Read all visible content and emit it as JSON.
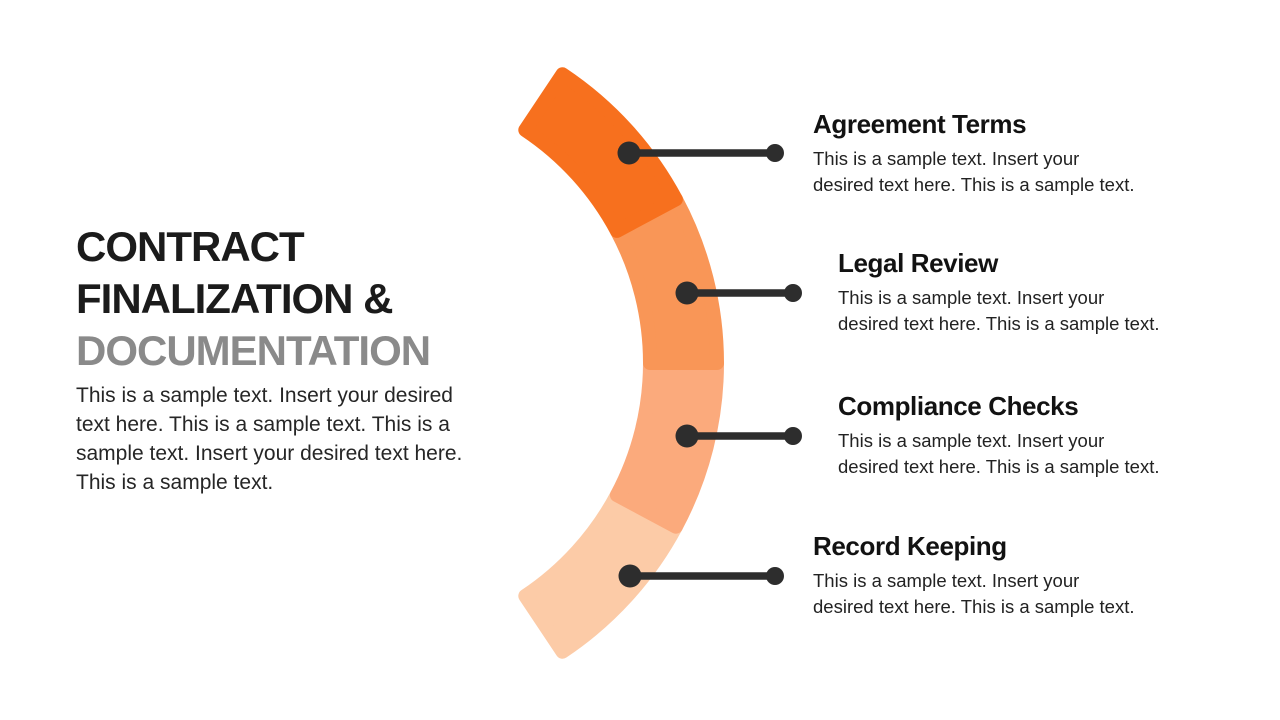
{
  "slide_title": {
    "line1": "CONTRACT",
    "line2": "FINALIZATION &",
    "line3": "DOCUMENTATION"
  },
  "intro_lines": [
    "This is a sample text. Insert your desired",
    "text here. This is a sample text. This is a",
    "sample text. Insert your desired text here.",
    "This is a sample text."
  ],
  "colors": {
    "title_primary": "#1B1B1B",
    "title_accent_gray": "#8A8A8A",
    "heading_text": "#121212",
    "body_text": "#262626",
    "connector": "#2D2D2D",
    "segment_1": "#F7701E",
    "segment_2": "#F99657",
    "segment_3": "#FBAA7C",
    "segment_4": "#FCCBA7"
  },
  "items": [
    {
      "title": "Agreement Terms",
      "body_lines": [
        "This is a sample text. Insert your",
        "desired text here. This is a sample text."
      ]
    },
    {
      "title": "Legal Review",
      "body_lines": [
        "This is a sample text. Insert your",
        "desired text here. This is a sample text."
      ]
    },
    {
      "title": "Compliance Checks",
      "body_lines": [
        "This is a sample text. Insert your",
        "desired text here. This is a sample text."
      ]
    },
    {
      "title": "Record Keeping",
      "body_lines": [
        "This is a sample text. Insert your",
        "desired text here. This is a sample text."
      ]
    }
  ]
}
